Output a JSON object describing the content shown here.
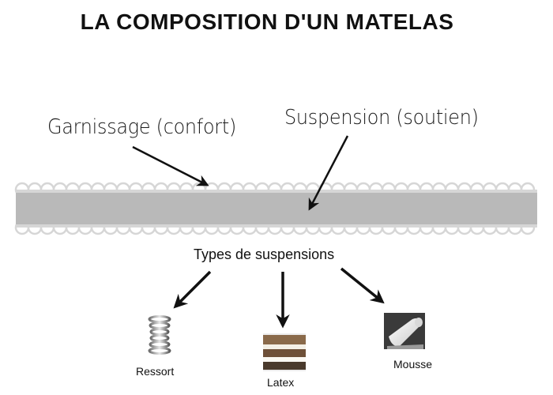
{
  "title": "LA COMPOSITION D'UN MATELAS",
  "labels": {
    "garnissage": "Garnissage (confort)",
    "suspension": "Suspension (soutien)",
    "types": "Types de suspensions"
  },
  "types": [
    {
      "label": "Ressort",
      "icon": "spring-icon"
    },
    {
      "label": "Latex",
      "icon": "latex-block-icon"
    },
    {
      "label": "Mousse",
      "icon": "foam-roll-icon"
    }
  ],
  "colors": {
    "mattress_core": "#b9b9b9",
    "mattress_edge": "#d6d6d6",
    "arrow": "#111111"
  }
}
